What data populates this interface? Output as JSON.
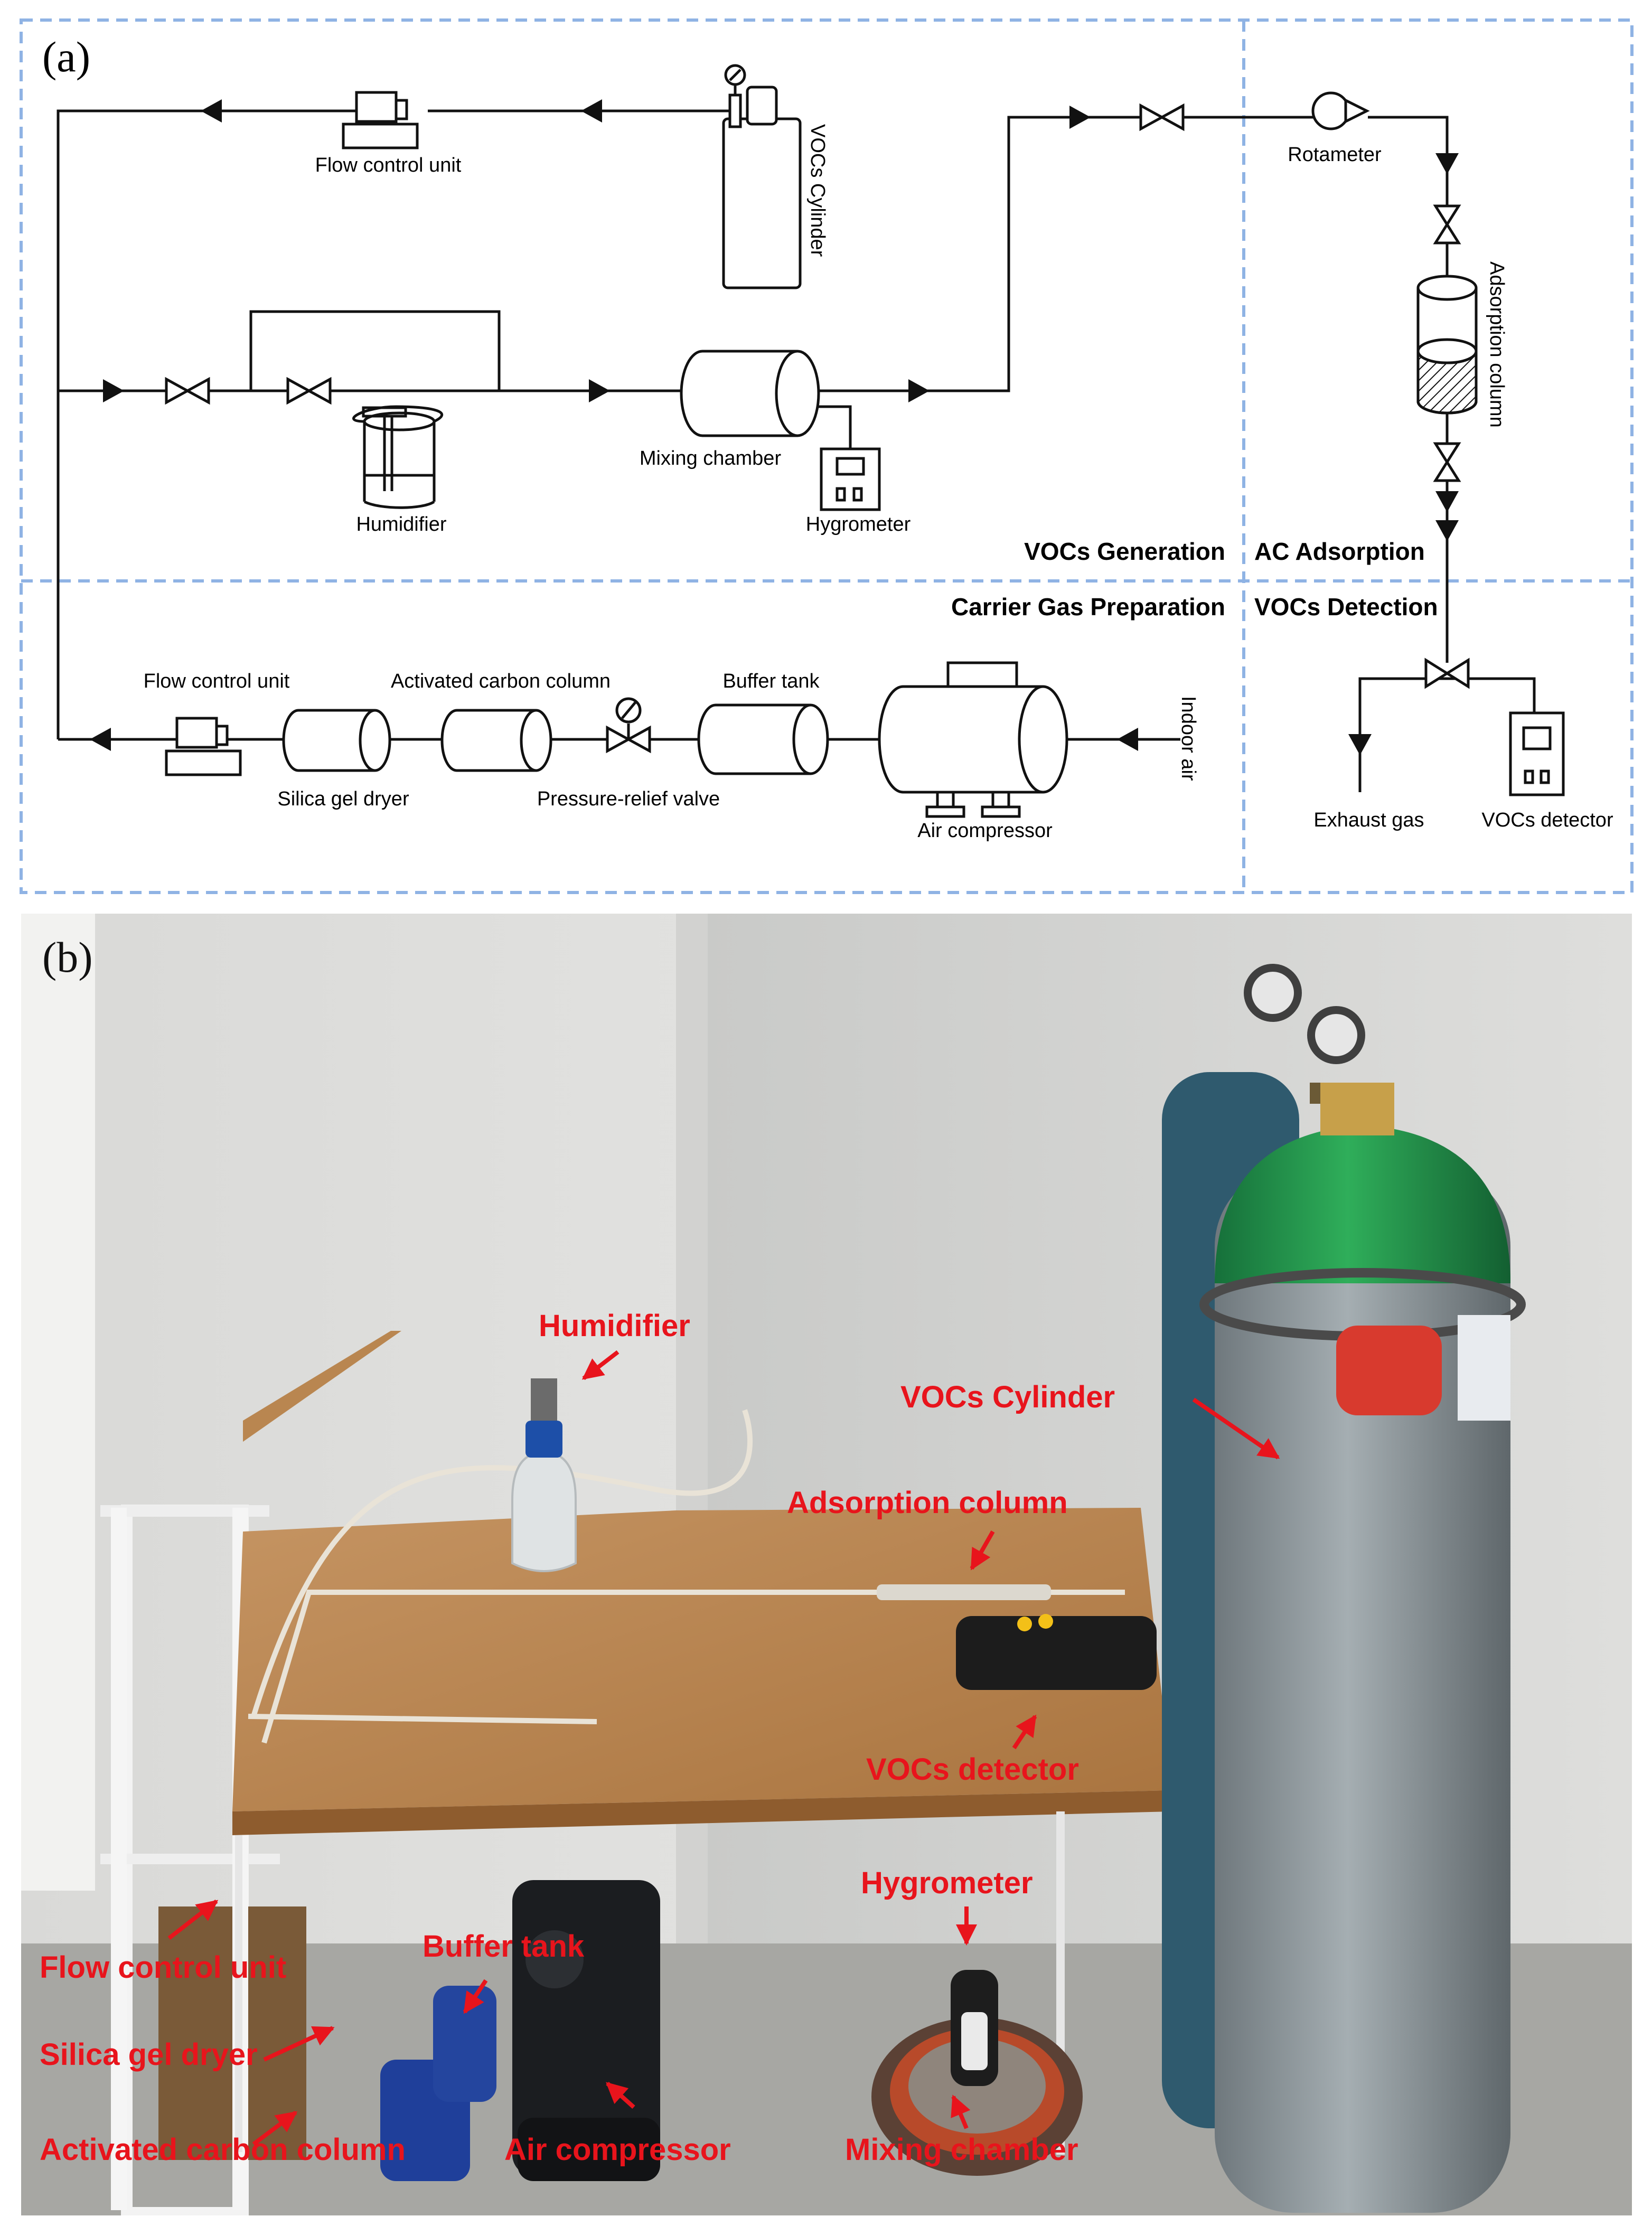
{
  "panel_a": {
    "label": "(a)",
    "sections": {
      "generation": "VOCs Generation",
      "adsorption": "AC Adsorption",
      "carrier": "Carrier Gas Preparation",
      "detection": "VOCs Detection"
    },
    "components": {
      "flow_control_top": "Flow control unit",
      "vocs_cylinder": "VOCs Cylinder",
      "humidifier": "Humidifier",
      "mixing_chamber": "Mixing chamber",
      "hygrometer": "Hygrometer",
      "rotameter": "Rotameter",
      "adsorption_column": "Adsorption column",
      "flow_control_bottom": "Flow control unit",
      "activated_carbon_column": "Activated carbon column",
      "buffer_tank": "Buffer tank",
      "silica_gel_dryer": "Silica gel dryer",
      "pressure_relief_valve": "Pressure-relief valve",
      "air_compressor": "Air compressor",
      "indoor_air": "Indoor air",
      "exhaust_gas": "Exhaust gas",
      "vocs_detector": "VOCs detector"
    }
  },
  "panel_b": {
    "label": "(b)",
    "annotations": {
      "humidifier": "Humidifier",
      "vocs_cylinder": "VOCs Cylinder",
      "adsorption_column": "Adsorption column",
      "vocs_detector": "VOCs detector",
      "hygrometer": "Hygrometer",
      "flow_control_unit": "Flow control unit",
      "buffer_tank": "Buffer tank",
      "silica_gel_dryer": "Silica gel dryer",
      "activated_carbon_column": "Activated carbon column",
      "air_compressor": "Air compressor",
      "mixing_chamber": "Mixing chamber"
    },
    "colors": {
      "annotation": "#e8141c",
      "wall": "#e4e4e2",
      "table": "#b8834f",
      "cylinder_gray": "#8d9599",
      "cylinder_green": "#1f8a43"
    }
  },
  "colors": {
    "dashed_border": "#8fb3e4",
    "line": "#111111"
  }
}
